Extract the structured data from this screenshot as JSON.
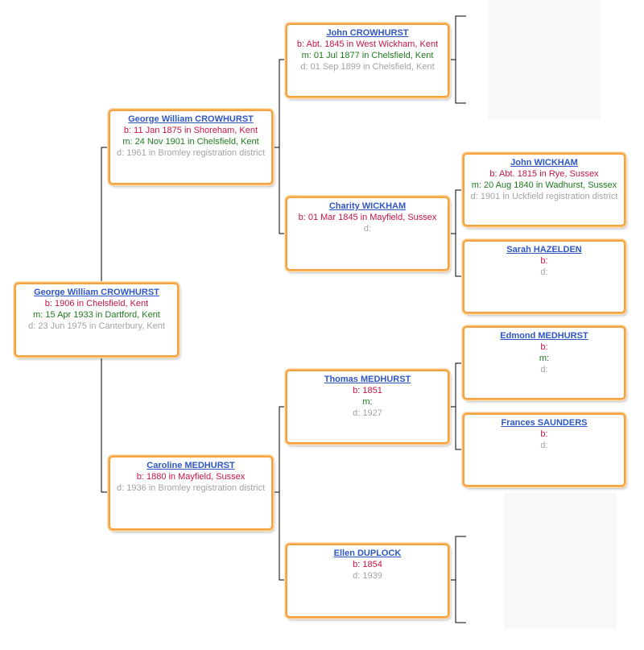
{
  "people": {
    "root": {
      "name": "George William CROWHURST",
      "birth": "b: 1906 in Chelsfield, Kent",
      "marriage": "m: 15 Apr 1933 in Dartford, Kent",
      "death": "d: 23 Jun 1975 in Canterbury, Kent"
    },
    "father": {
      "name": "George William CROWHURST",
      "birth": "b: 11 Jan 1875 in Shoreham, Kent",
      "marriage": "m: 24 Nov 1901 in Chelsfield, Kent",
      "death": "d: 1961 in Bromley registration district"
    },
    "mother": {
      "name": "Caroline MEDHURST",
      "birth": "b: 1880 in Mayfield, Sussex",
      "death": "d: 1936 in Bromley registration district"
    },
    "pat_grandfather": {
      "name": "John CROWHURST",
      "birth": "b: Abt. 1845 in West Wickham, Kent",
      "marriage": "m: 01 Jul 1877 in Chelsfield, Kent",
      "death": "d: 01 Sep 1899 in Chelsfield, Kent"
    },
    "pat_grandmother": {
      "name": "Charity WICKHAM",
      "birth": "b: 01 Mar 1845 in Mayfield, Sussex",
      "death": "d:"
    },
    "mat_grandfather": {
      "name": "Thomas MEDHURST",
      "birth": "b: 1851",
      "marriage": "m:",
      "death": "d: 1927"
    },
    "mat_grandmother": {
      "name": "Ellen DUPLOCK",
      "birth": "b: 1854",
      "death": "d: 1939"
    },
    "ggf_wickham": {
      "name": "John WICKHAM",
      "birth": "b: Abt. 1815 in Rye, Sussex",
      "marriage": "m: 20 Aug 1840 in Wadhurst, Sussex",
      "death": "d: 1901 in Uckfield registration district"
    },
    "ggm_hazelden": {
      "name": "Sarah HAZELDEN",
      "birth": "b:",
      "death": "d:"
    },
    "ggf_medhurst": {
      "name": "Edmond MEDHURST",
      "birth": "b:",
      "marriage": "m:",
      "death": "d:"
    },
    "ggm_saunders": {
      "name": "Frances SAUNDERS",
      "birth": "b:",
      "death": "d:"
    }
  },
  "colors": {
    "card_border": "#f4a340",
    "name_link": "#2f57c4",
    "birth": "#c71545",
    "marriage": "#1f7a1f",
    "death": "#a3a3a3",
    "connector": "#000000"
  }
}
